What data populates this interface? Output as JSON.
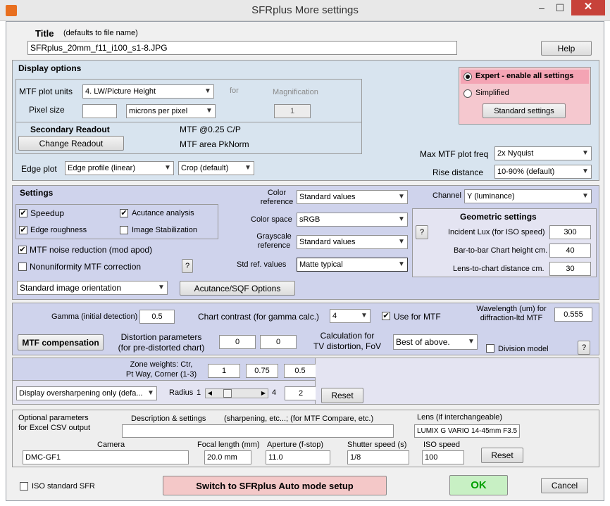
{
  "window": {
    "title": "SFRplus More settings",
    "minimize": "–",
    "maximize": "☐",
    "close": "✕"
  },
  "top": {
    "title_label": "Title",
    "title_hint": "(defaults to file name)",
    "title_value": "SFRplus_20mm_f11_i100_s1-8.JPG",
    "help": "Help"
  },
  "display": {
    "heading": "Display options",
    "mtf_units_label": "MTF plot units",
    "mtf_units_value": "4. LW/Picture Height",
    "for_label": "for",
    "magnification_label": "Magnification",
    "magnification_value": "1",
    "pixel_size_label": "Pixel size",
    "pixel_size_value": "",
    "pixel_unit_value": "microns per pixel",
    "secondary_label": "Secondary Readout",
    "secondary_line1": "MTF @0.25 C/P",
    "secondary_line2": "MTF area PkNorm",
    "change_readout": "Change Readout",
    "edge_plot_label": "Edge plot",
    "edge_plot_value": "Edge profile (linear)",
    "crop_value": "Crop (default)",
    "expert_label": "Expert - enable all settings",
    "simplified_label": "Simplified",
    "standard_settings": "Standard settings",
    "max_freq_label": "Max MTF plot freq",
    "max_freq_value": "2x Nyquist",
    "rise_label": "Rise distance",
    "rise_value": "10-90% (default)"
  },
  "settings": {
    "heading": "Settings",
    "speedup": "Speedup",
    "acutance": "Acutance analysis",
    "edge_roughness": "Edge roughness",
    "image_stab": "Image Stabilization",
    "mtf_noise": "MTF noise reduction (mod  apod)",
    "nonuniformity": "Nonuniformity MTF correction",
    "q": "?",
    "orientation_value": "Standard image orientation",
    "acutance_btn": "Acutance/SQF Options",
    "color_ref_label1": "Color",
    "color_ref_label2": "reference",
    "color_ref_value": "Standard values",
    "color_space_label": "Color space",
    "color_space_value": "sRGB",
    "gray_ref_label1": "Grayscale",
    "gray_ref_label2": "reference",
    "gray_ref_value": "Standard values",
    "std_ref_label": "Std ref. values",
    "std_ref_value": "Matte typical",
    "channel_label": "Channel",
    "channel_value": "Y (luminance)",
    "geo_heading": "Geometric settings",
    "lux_label": "Incident Lux (for ISO speed)",
    "lux_value": "300",
    "bar_label": "Bar-to-bar Chart height cm.",
    "bar_value": "40",
    "lens_dist_label": "Lens-to-chart distance cm.",
    "lens_dist_value": "30"
  },
  "gamma": {
    "gamma_label": "Gamma (initial detection)",
    "gamma_value": "0.5",
    "contrast_label": "Chart contrast (for gamma calc.)",
    "contrast_value": "4",
    "use_mtf": "Use for MTF",
    "wave_label1": "Wavelength (um) for",
    "wave_label2": "diffraction-ltd MTF",
    "wave_value": "0.555",
    "mtf_comp": "MTF compensation",
    "dist_label1": "Distortion parameters",
    "dist_label2": "(for pre-distorted chart)",
    "dist_v1": "0",
    "dist_v2": "0",
    "calc_label1": "Calculation for",
    "calc_label2": "TV distortion, FoV",
    "calc_value": "Best of above.",
    "division": "Division model",
    "q": "?",
    "zone_label1": "Zone weights:  Ctr,",
    "zone_label2": "Pt Way, Corner (1-3)",
    "zone_v1": "1",
    "zone_v2": "0.75",
    "zone_v3": "0.5",
    "oversharp_value": "Display oversharpening only (defa...",
    "radius_label": "Radius",
    "radius_min": "1",
    "radius_max": "4",
    "radius_value": "2",
    "radius_level": 0.25,
    "reset": "Reset"
  },
  "optional": {
    "label1": "Optional parameters",
    "label2": "for Excel CSV output",
    "desc_label": "Description & settings",
    "desc_hint": "(sharpening, etc...; (for MTF Compare, etc.)",
    "desc_value": "",
    "lens_label": "Lens (if interchangeable)",
    "lens_value": "LUMIX G VARIO 14-45mm F3.5",
    "camera_label": "Camera",
    "camera_value": "DMC-GF1",
    "focal_label": "Focal length (mm)",
    "focal_value": "20.0 mm",
    "aperture_label": "Aperture (f-stop)",
    "aperture_value": "11.0",
    "shutter_label": "Shutter speed (s)",
    "shutter_value": "1/8",
    "iso_label": "ISO speed",
    "iso_value": "100",
    "reset": "Reset"
  },
  "bottom": {
    "iso_sfr": "ISO standard SFR",
    "switch": "Switch to SFRplus Auto mode setup",
    "ok": "OK",
    "cancel": "Cancel"
  },
  "colors": {
    "expert_bg": "#f5c8cf",
    "blue_panel": "#d8e4ef",
    "lavender_panel": "#cfd3ec",
    "switch_bg": "#f4c8c8",
    "ok_bg": "#c8f0c4",
    "ok_text": "#00a000"
  }
}
